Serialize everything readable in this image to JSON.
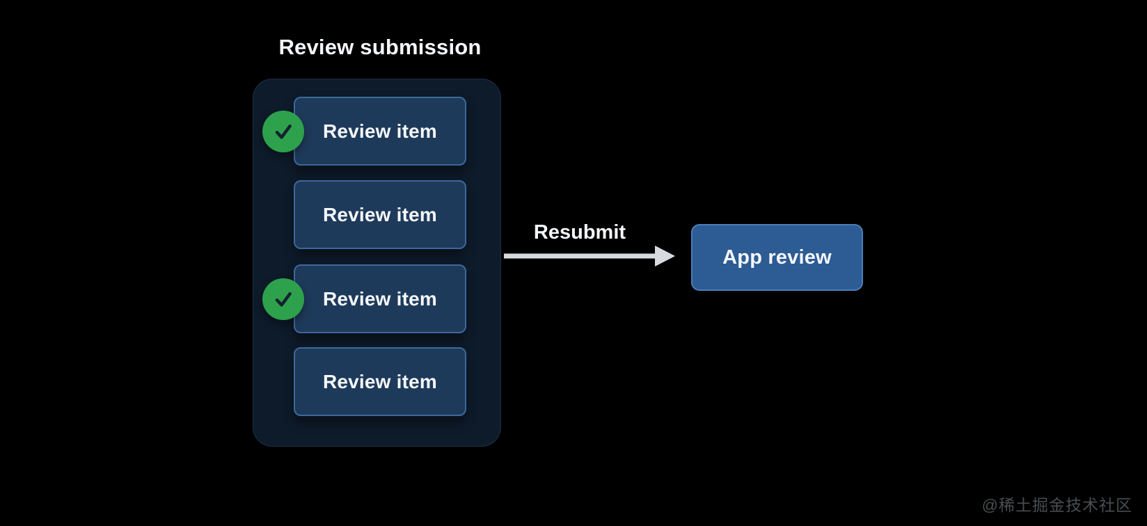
{
  "title": "Review submission",
  "panel": {
    "items": [
      {
        "label": "Review item",
        "checked": true
      },
      {
        "label": "Review item",
        "checked": false
      },
      {
        "label": "Review item",
        "checked": true
      },
      {
        "label": "Review item",
        "checked": false
      }
    ]
  },
  "flow": {
    "arrow_label": "Resubmit",
    "target_label": "App review"
  },
  "watermark": "@稀土掘金技术社区",
  "colors": {
    "bg": "#000000",
    "panel-bg": "#0e1b2a",
    "panel-border": "#1d2f44",
    "item-bg": "#1e3a5a",
    "item-border": "#3d689b",
    "target-bg": "#2d5b94",
    "target-border": "#4b7eba",
    "check-green": "#2da14c",
    "check-mark": "#13222f",
    "arrow": "#d7dbdf",
    "text": "#f5f7fa",
    "watermark": "#4a4d50"
  }
}
